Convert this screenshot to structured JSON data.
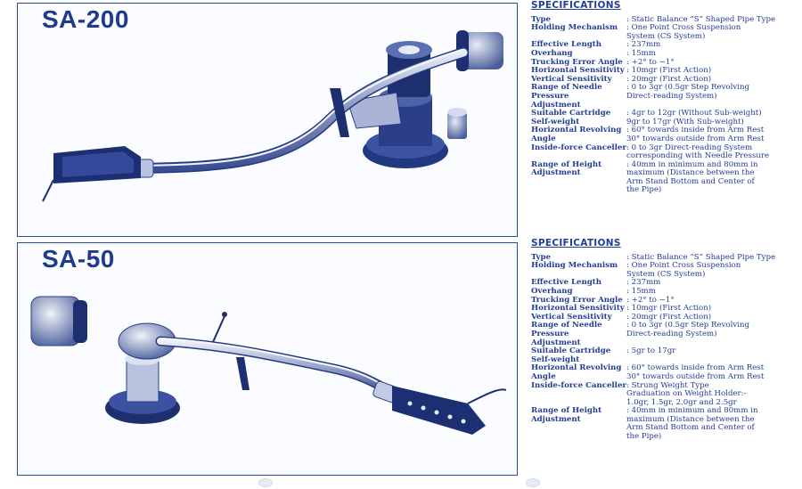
{
  "top": {
    "model": "SA-200",
    "spec_heading": "SPECIFICATIONS",
    "specs": [
      {
        "label": "Type",
        "value": ": Static Balance “S” Shaped Pipe Type"
      },
      {
        "label": "Holding Mechanism",
        "value": ": One Point Cross Suspension\n  System (CS System)"
      },
      {
        "label": "Effective Length",
        "value": ": 237mm"
      },
      {
        "label": "Overhang",
        "value": ": 15mm"
      },
      {
        "label": "Trucking Error Angle",
        "value": ": +2° to −1°"
      },
      {
        "label": "Horizontal Sensitivity",
        "value": ": 10mgr (First Action)"
      },
      {
        "label": "Vertical Sensitivity",
        "value": ": 20mgr (First Action)"
      },
      {
        "label": "Range of Needle Pressure\n            Adjustment",
        "value": ": 0 to 3gr (0.5gr Step Revolving\n  Direct-reading System)"
      },
      {
        "label": "Suitable Cartridge\n       Self-weight",
        "value": ": 4gr to 12gr (Without Sub-weight)\n  9gr to 17gr (With Sub-weight)"
      },
      {
        "label": "Horizontal Revolving Angle",
        "value": ": 60° towards inside from Arm Rest\n  30° towards outside from Arm Rest"
      },
      {
        "label": "Inside-force Canceller",
        "value": ": 0 to 3gr Direct-reading System\n  corresponding with Needle Pressure"
      },
      {
        "label": "Range of Height\n       Adjustment",
        "value": ": 40mm in minimum and 80mm in\n  maximum (Distance between the\n  Arm Stand Bottom and Center of\n  the Pipe)"
      }
    ]
  },
  "bottom": {
    "model": "SA-50",
    "spec_heading": "SPECIFICATIONS",
    "specs": [
      {
        "label": "Type",
        "value": ": Static Balance “S” Shaped Pipe Type"
      },
      {
        "label": "Holding Mechanism",
        "value": ": One Point Cross Suspension\n  System (CS System)"
      },
      {
        "label": "Effective Length",
        "value": ": 237mm"
      },
      {
        "label": "Overhang",
        "value": ": 15mm"
      },
      {
        "label": "Trucking Error Angle",
        "value": ": +2° to −1°"
      },
      {
        "label": "Horizontal Sensitivity",
        "value": ": 10mgr (First Action)"
      },
      {
        "label": "Vertical Sensitivity",
        "value": ": 20mgr (First Action)"
      },
      {
        "label": "Range of Needle Pressure\n            Adjustment",
        "value": ": 0 to 3gr (0.5gr Step Revolving\n  Direct-reading System)"
      },
      {
        "label": "Suitable Cartridge\n       Self-weight",
        "value": ": 5gr to 17gr"
      },
      {
        "label": "Horizontal Revolving Angle",
        "value": ": 60° towards inside from Arm Rest\n  30° towards outside from Arm Rest"
      },
      {
        "label": "Inside-force Canceller",
        "value": ": Strung Weight Type\n  Graduation on Weight Holder:-\n  1.0gr, 1.5gr, 2.0gr and 2.5gr"
      },
      {
        "label": "Range of Height\n       Adjustment",
        "value": ": 40mm in minimum and 80mm in\n  maximum (Distance between the\n  Arm Stand Bottom and Center of\n  the Pipe)"
      }
    ]
  },
  "colors": {
    "ink": "#1f3a8f",
    "frame": "#2a4aa3",
    "metal": "#9aa6c8",
    "dark": "#1c2f73"
  }
}
